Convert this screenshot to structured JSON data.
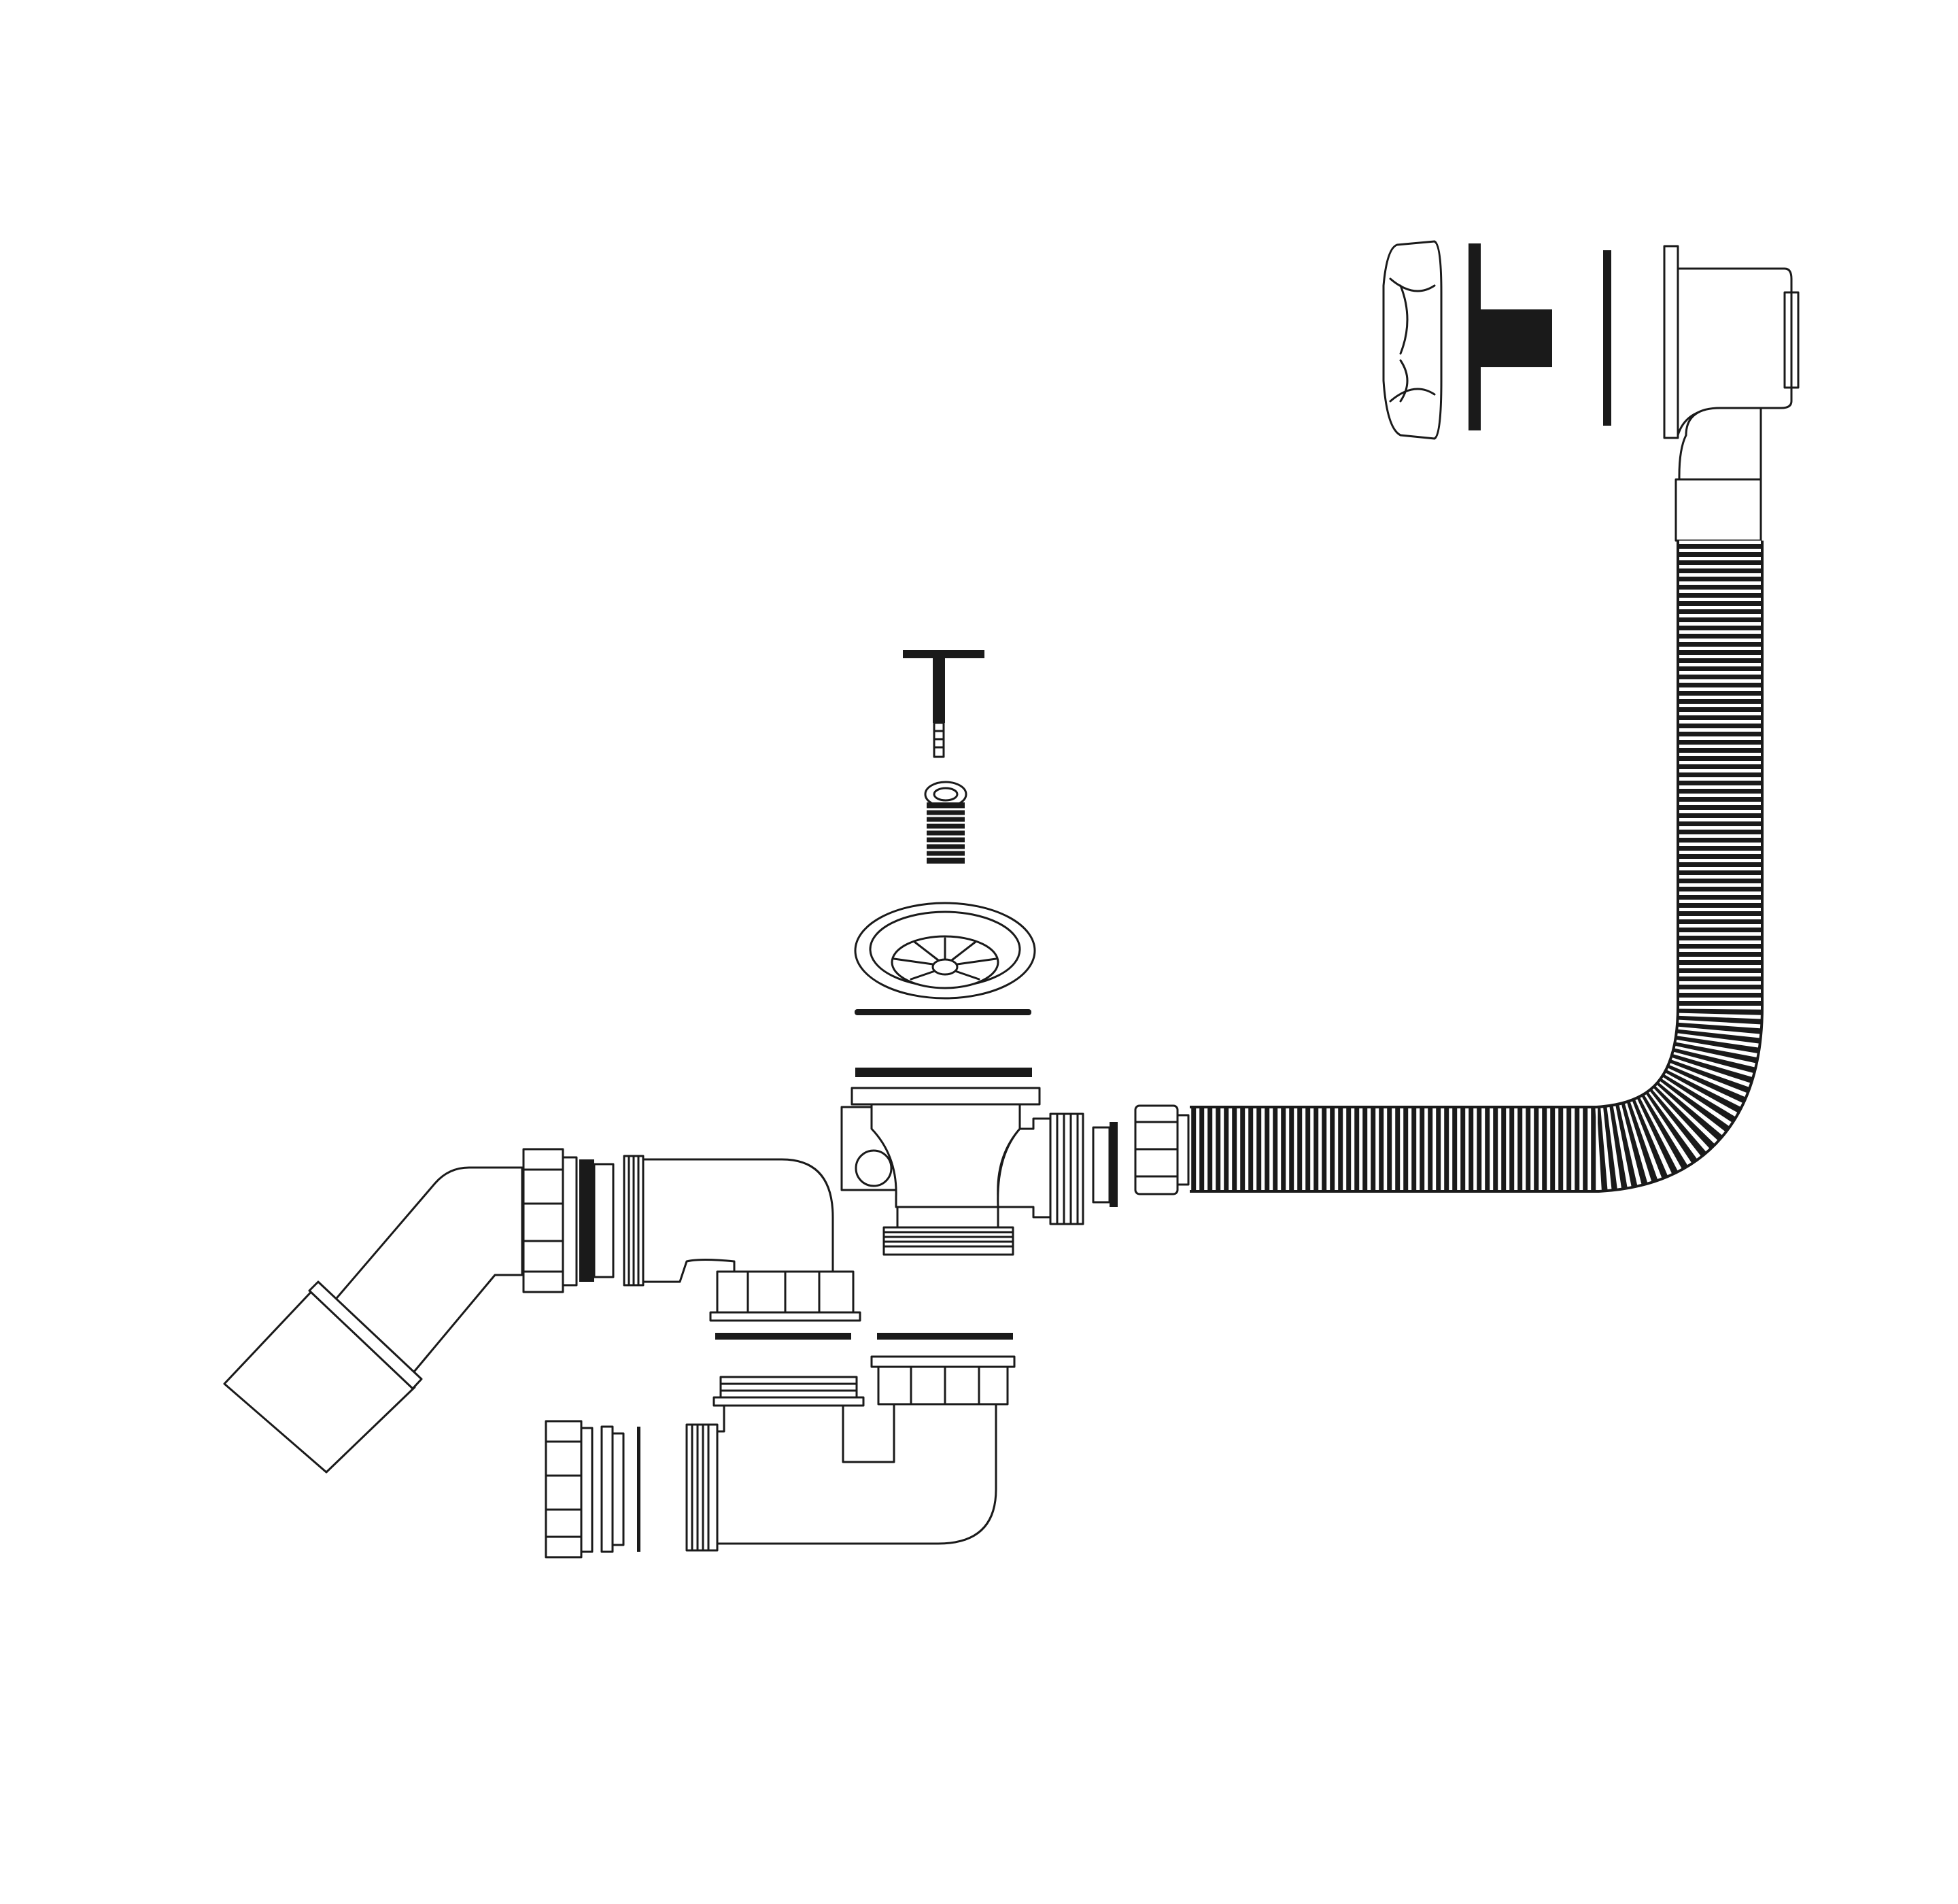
{
  "diagram": {
    "kind": "exploded-view",
    "colors": {
      "line": "#1a1a1a",
      "background": "#ffffff"
    },
    "components": [
      "overflow-cap",
      "overflow-gasket",
      "overflow-washer",
      "overflow-body",
      "overflow-elbow-tube",
      "flexible-corrugated-hose",
      "hose-nut",
      "plug-stem",
      "stem-spring",
      "strainer-plug",
      "waste-gasket-thin",
      "waste-gasket-thick",
      "waste-outlet-body",
      "side-outlet-thread",
      "trap-body",
      "trap-nut",
      "trap-washer",
      "angled-outlet-pipe",
      "angled-outlet-nut",
      "bottle-trap-base-nut",
      "bottle-trap-washer",
      "bottle-trap-inlet",
      "lower-trap-pipe",
      "lower-nut",
      "lower-washers"
    ]
  }
}
